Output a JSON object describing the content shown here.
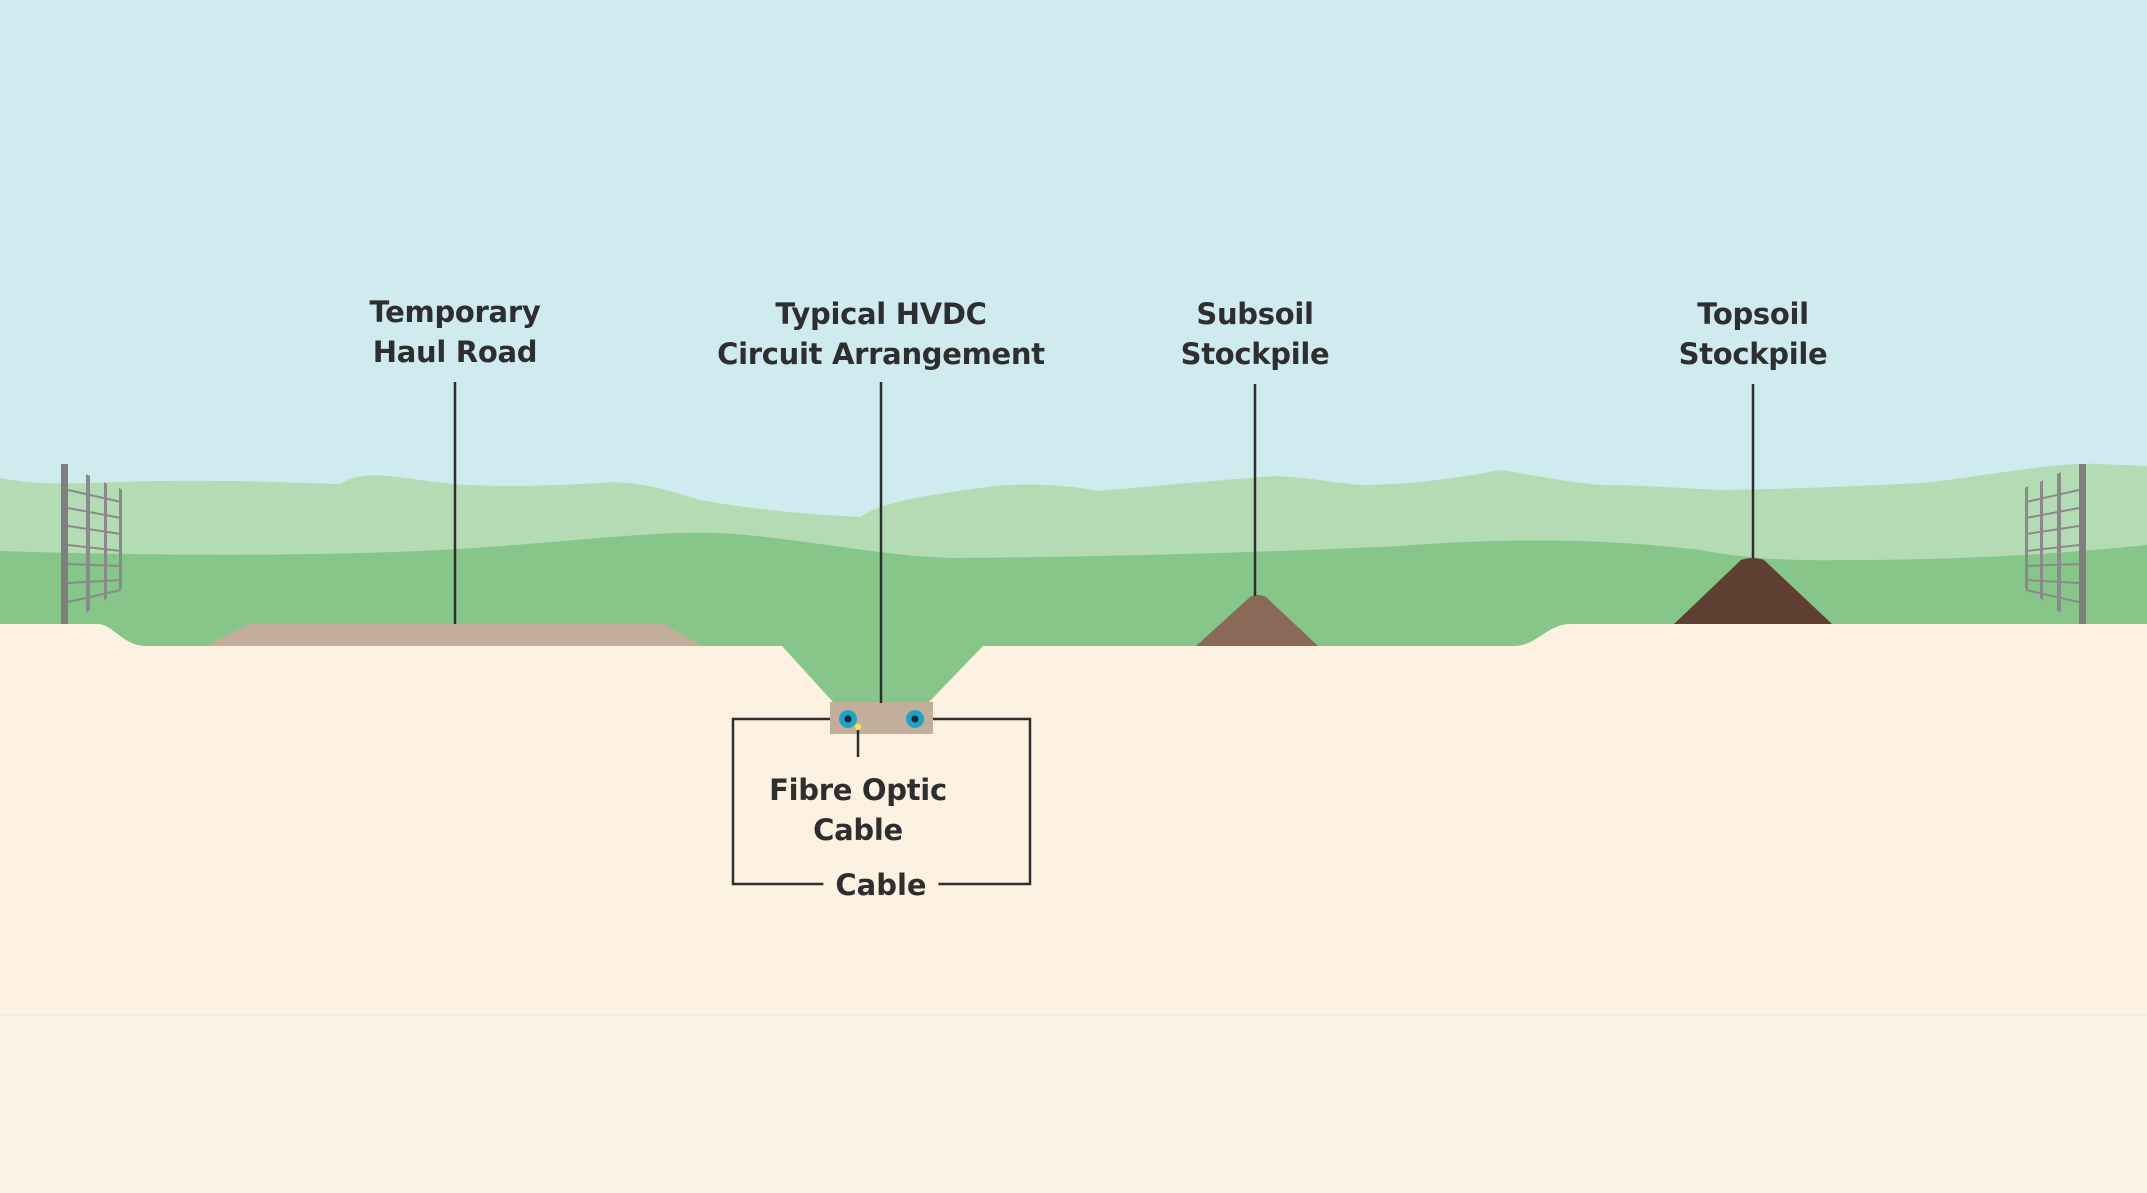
{
  "labels": {
    "haul_road": {
      "line1": "Temporary",
      "line2": "Haul Road"
    },
    "hvdc": {
      "line1": "Typical HVDC",
      "line2": "Circuit Arrangement"
    },
    "subsoil": {
      "line1": "Subsoil",
      "line2": "Stockpile"
    },
    "topsoil": {
      "line1": "Topsoil",
      "line2": "Stockpile"
    },
    "fibre": {
      "line1": "Fibre Optic",
      "line2": "Cable"
    },
    "cable": "Cable"
  },
  "colors": {
    "sky": "#cfebf0",
    "hills_far": "#b4dcb4",
    "grass": "#86c688",
    "ground": "#fdf2e2",
    "haul_road": "#c2ae9b",
    "subsoil": "#8a6958",
    "topsoil": "#5e3f31",
    "trench_bed": "#c2ae9b",
    "cable_core": "#1fa3c7",
    "fibre": "#f5e84a",
    "line": "#2e2e2e",
    "fence": "#7f7f7f"
  }
}
